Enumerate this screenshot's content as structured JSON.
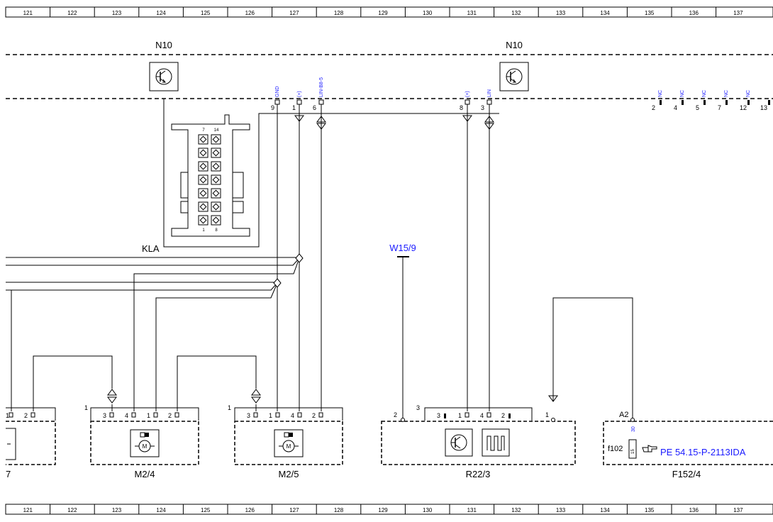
{
  "grid": {
    "columns": [
      "121",
      "122",
      "123",
      "124",
      "125",
      "126",
      "127",
      "128",
      "129",
      "130",
      "131",
      "132",
      "133",
      "134",
      "135",
      "136",
      "137"
    ]
  },
  "components": {
    "n10_left": "N10",
    "n10_right": "N10",
    "kla": "KLA",
    "w15_9": "W15/9",
    "m2_4": "M2/4",
    "m2_5": "M2/5",
    "r22_3": "R22/3",
    "f152_4": "F152/4",
    "left_partial": "7"
  },
  "n10_pins": {
    "pin9": {
      "num": "9",
      "signal": "GND"
    },
    "pin1": {
      "num": "1",
      "signal": "(+)"
    },
    "pin6": {
      "num": "6",
      "signal": "LIN-B8-5"
    },
    "pin8": {
      "num": "8",
      "signal": "(+)"
    },
    "pin3": {
      "num": "3",
      "signal": "LIN"
    },
    "nc_pins": [
      {
        "num": "2",
        "signal": "NC"
      },
      {
        "num": "4",
        "signal": "NC"
      },
      {
        "num": "5",
        "signal": "NC"
      },
      {
        "num": "7",
        "signal": "NC"
      },
      {
        "num": "12",
        "signal": "NC"
      },
      {
        "num": "13",
        "signal": ""
      }
    ]
  },
  "connector": {
    "top_labels": [
      "7",
      "14"
    ],
    "bottom_labels": [
      "1",
      "8"
    ]
  },
  "left_partial_pins": [
    "1",
    "2"
  ],
  "m2_4": {
    "group": "1",
    "pins": [
      "3",
      "4",
      "1",
      "2"
    ]
  },
  "m2_5": {
    "group": "1",
    "pins": [
      "3",
      "1",
      "4",
      "2"
    ]
  },
  "r22_3": {
    "group": "3",
    "pin_left": "2",
    "pins": [
      "3",
      "1",
      "4",
      "2"
    ],
    "pin_right": "1"
  },
  "f152_4": {
    "pin": "A2",
    "terminal": "30",
    "fuse_rating": "15",
    "fuse": "f102",
    "reference": "PE 54.15-P-2113IDA"
  },
  "colors": {
    "link": "#1a1aff",
    "line": "#000000"
  },
  "icons": [
    "transistor-icon",
    "motor-icon",
    "pulse-icon",
    "hand-pointer-icon"
  ]
}
